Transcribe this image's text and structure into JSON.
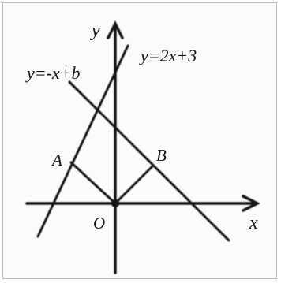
{
  "figure": {
    "axis_labels": {
      "x": "x",
      "y": "y",
      "origin": "O"
    },
    "line_labels": {
      "line_1": "y=2x+3",
      "line_2": "y=-x+b"
    },
    "point_labels": {
      "A": "A",
      "B": "B"
    },
    "colors": {
      "ink": "#151515",
      "frame": "#b8b8b8",
      "background": "#fbfbfb"
    }
  }
}
